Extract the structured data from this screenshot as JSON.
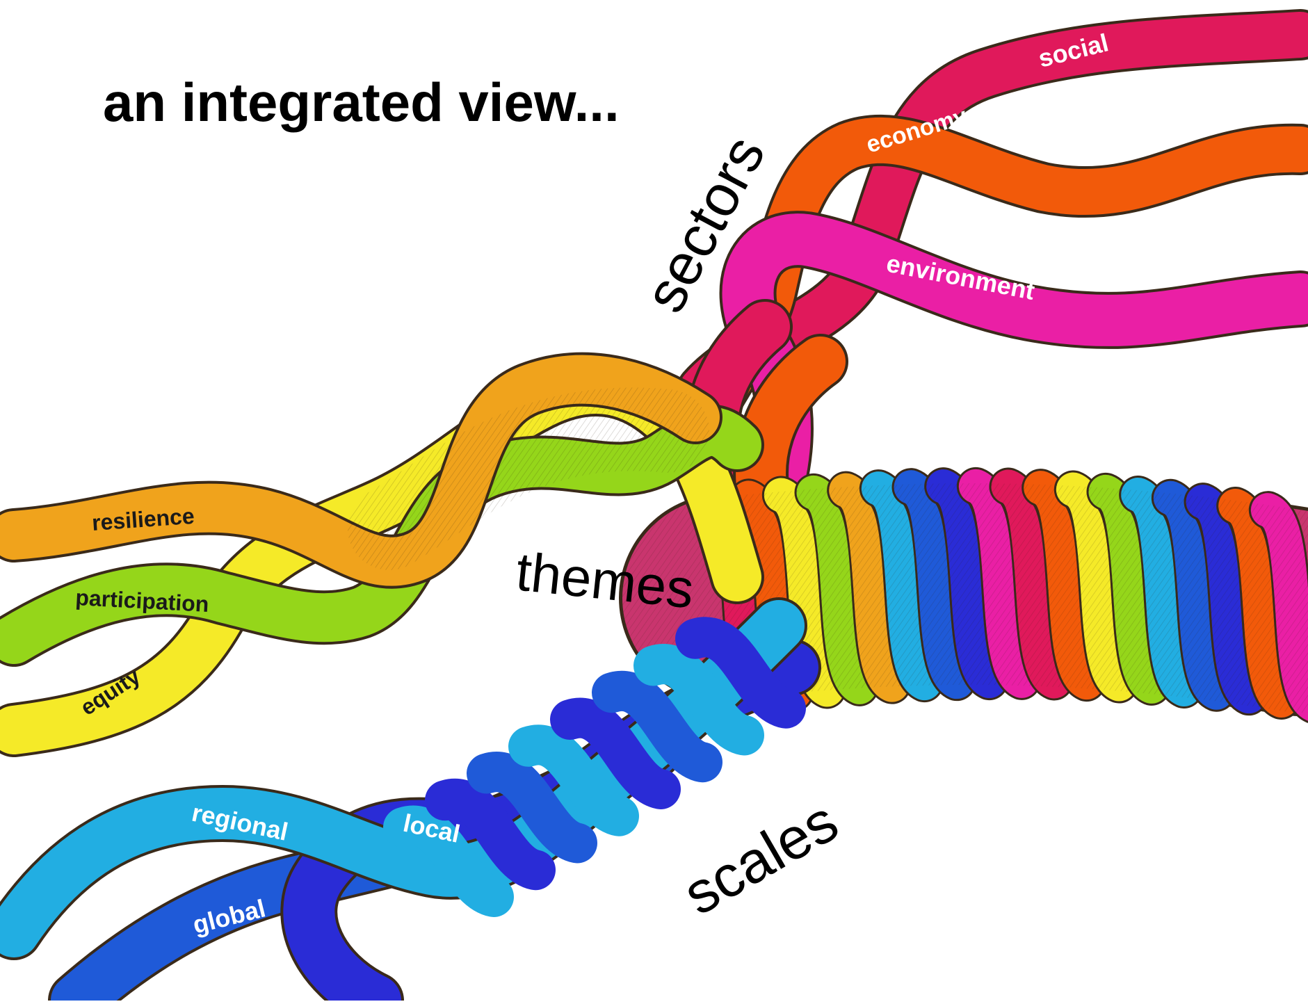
{
  "title": "an integrated view...",
  "groups": {
    "sectors": "sectors",
    "themes": "themes",
    "scales": "scales"
  },
  "strands": {
    "social": {
      "label": "social",
      "color": "#e0195b",
      "text_color": "#ffffff"
    },
    "economy": {
      "label": "economy",
      "color": "#f25a0a",
      "text_color": "#ffffff"
    },
    "environment": {
      "label": "environment",
      "color": "#ea1fa5",
      "text_color": "#ffffff"
    },
    "resilience": {
      "label": "resilience",
      "color": "#f0a31c",
      "text_color": "#1a1a1a"
    },
    "participation": {
      "label": "participation",
      "color": "#95d61a",
      "text_color": "#1a1a1a"
    },
    "equity": {
      "label": "equity",
      "color": "#f5ea28",
      "text_color": "#1a1a1a"
    },
    "regional": {
      "label": "regional",
      "color": "#22aee2",
      "text_color": "#ffffff"
    },
    "local": {
      "label": "local",
      "color": "#2a2cd6",
      "text_color": "#ffffff"
    },
    "global": {
      "label": "global",
      "color": "#1f5ad8",
      "text_color": "#ffffff"
    }
  },
  "outline_color": "#3a2a1a"
}
